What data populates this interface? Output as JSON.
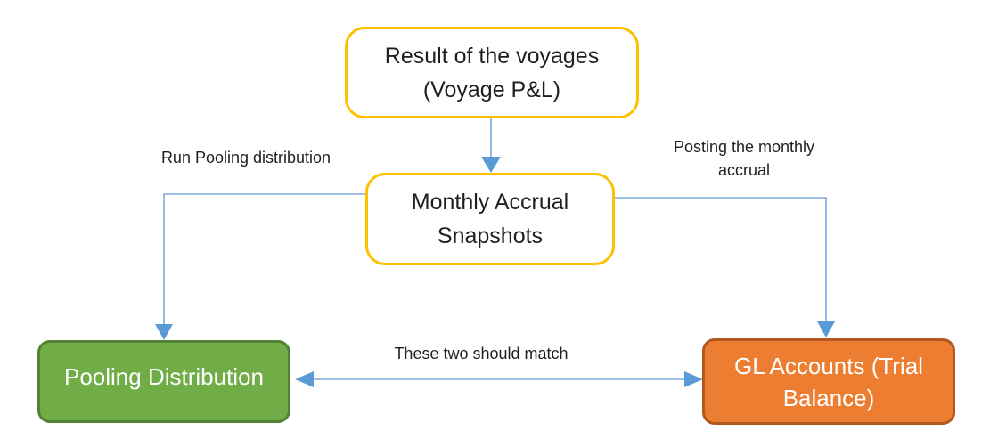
{
  "colors": {
    "gold_border": "#FFC000",
    "box_fill": "#FFFFFF",
    "green_fill": "#70AD47",
    "green_border": "#548235",
    "orange_fill": "#ED7D31",
    "orange_border": "#B2571E",
    "connector_line": "#7CA9DF",
    "connector_arrow": "#5B9BD5",
    "text_dark": "#1F1F1F",
    "text_light": "#FFFFFF"
  },
  "nodes": {
    "voyage_result": {
      "lines": [
        "Result of the voyages",
        "(Voyage P&L)"
      ]
    },
    "monthly_accrual": {
      "lines": [
        "Monthly Accrual",
        "Snapshots"
      ]
    },
    "pooling_distribution": {
      "lines": [
        "Pooling Distribution"
      ]
    },
    "gl_accounts": {
      "lines": [
        "GL Accounts (Trial",
        "Balance)"
      ]
    }
  },
  "labels": {
    "run_pooling": "Run Pooling distribution",
    "posting_accrual": "Posting the monthly accrual",
    "should_match": "These two should match"
  }
}
